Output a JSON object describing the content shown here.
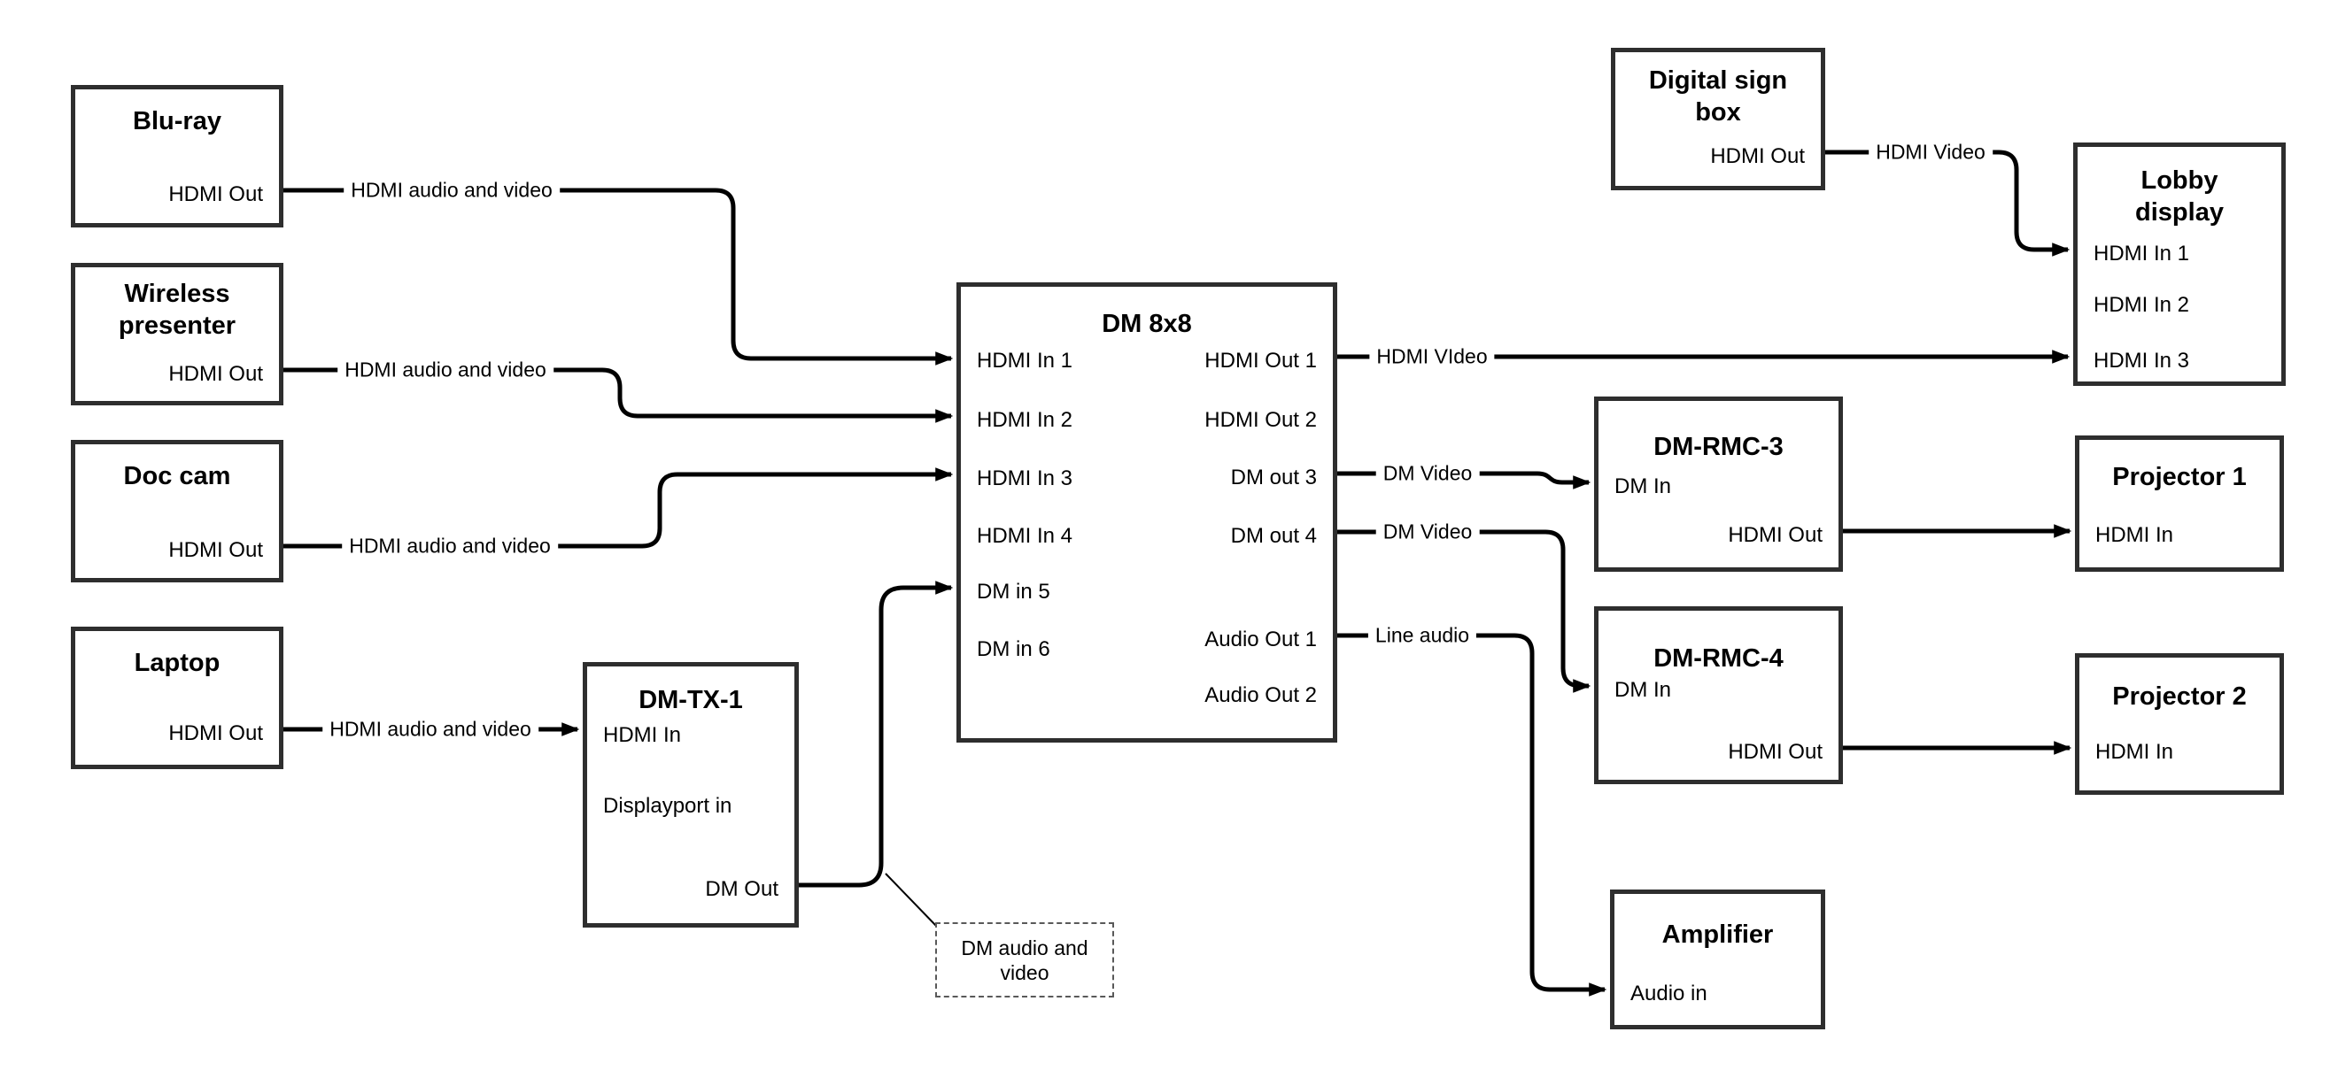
{
  "nodes": {
    "bluray": {
      "title": "Blu-ray",
      "ports": [
        "HDMI Out"
      ]
    },
    "wireless": {
      "title": "Wireless presenter",
      "ports": [
        "HDMI Out"
      ]
    },
    "doccam": {
      "title": "Doc cam",
      "ports": [
        "HDMI Out"
      ]
    },
    "laptop": {
      "title": "Laptop",
      "ports": [
        "HDMI Out"
      ]
    },
    "dmtx1": {
      "title": "DM-TX-1",
      "ports": [
        "HDMI In",
        "Displayport in",
        "DM Out"
      ]
    },
    "dm8x8": {
      "title": "DM 8x8",
      "left_ports": [
        "HDMI In 1",
        "HDMI In 2",
        "HDMI In 3",
        "HDMI In 4",
        "DM in 5",
        "DM in 6"
      ],
      "right_ports": [
        "HDMI Out 1",
        "HDMI Out 2",
        "DM out 3",
        "DM out 4",
        "Audio Out 1",
        "Audio Out 2"
      ]
    },
    "signbox": {
      "title": "Digital sign box",
      "ports": [
        "HDMI Out"
      ]
    },
    "lobby": {
      "title": "Lobby display",
      "ports": [
        "HDMI In 1",
        "HDMI In 2",
        "HDMI In 3"
      ]
    },
    "rmc3": {
      "title": "DM-RMC-3",
      "ports": [
        "DM In",
        "HDMI Out"
      ]
    },
    "proj1": {
      "title": "Projector 1",
      "ports": [
        "HDMI In"
      ]
    },
    "rmc4": {
      "title": "DM-RMC-4",
      "ports": [
        "DM In",
        "HDMI Out"
      ]
    },
    "proj2": {
      "title": "Projector 2",
      "ports": [
        "HDMI In"
      ]
    },
    "amp": {
      "title": "Amplifier",
      "ports": [
        "Audio in"
      ]
    }
  },
  "edge_labels": {
    "bluray_dm8x8": "HDMI audio and video",
    "wireless_dm8x8": "HDMI audio and video",
    "doccam_dm8x8": "HDMI audio and video",
    "laptop_dmtx1": "HDMI audio and video",
    "dm8x8_lobby": "HDMI VIdeo",
    "dm8x8_rmc3": "DM Video",
    "dm8x8_rmc4": "DM Video",
    "dm8x8_amp": "Line audio",
    "signbox_lobby": "HDMI Video"
  },
  "note": {
    "text": "DM audio and video"
  },
  "colors": {
    "wire": "#000000",
    "box_border": "#2e2e2e",
    "background": "#ffffff",
    "text": "#000000"
  }
}
